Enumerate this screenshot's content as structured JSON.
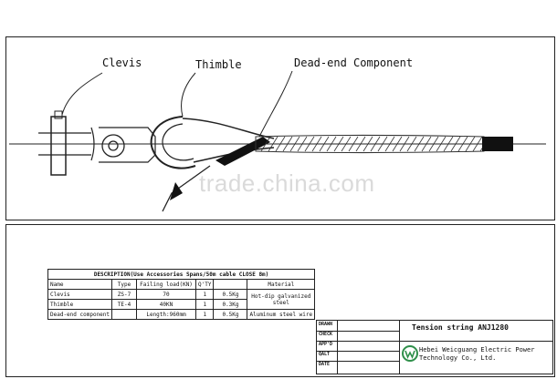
{
  "labels": {
    "clevis": "Clevis",
    "thimble": "Thimble",
    "deadend": "Dead-end Component"
  },
  "watermark": "trade.china.com",
  "spec_table": {
    "description": "DESCRIPTION(Use Accessories Spans/50m cable CLOSE 8m)",
    "headers": [
      "Name",
      "Type",
      "Failing load(KN)",
      "Q'TY",
      "",
      "Material"
    ],
    "rows": [
      [
        "Clevis",
        "ZS-7",
        "70",
        "1",
        "0.5Kg",
        ""
      ],
      [
        "Thimble",
        "TE-4",
        "40KN",
        "1",
        "0.3Kg",
        ""
      ],
      [
        "Dead-end component",
        "",
        "Length:960mm",
        "1",
        "0.5Kg",
        "Aluminum steel wire"
      ]
    ],
    "merged_material": "Hot-dip galvanized steel"
  },
  "title_block": {
    "row_keys": [
      "DRAWN",
      "CHECK",
      "APP'D",
      "QALT",
      "DATE"
    ],
    "title": "Tension string  ANJ1280",
    "company": "Hebei Weicguang Electric Power Technology Co., Ltd."
  },
  "colors": {
    "line": "#222222",
    "logo_green": "#2f8f4a"
  }
}
